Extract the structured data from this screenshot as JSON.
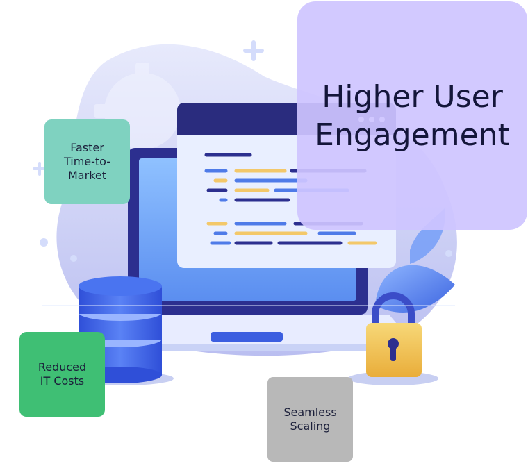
{
  "cards": {
    "faster": "Faster\nTime-to-\nMarket",
    "reduced": "Reduced\nIT Costs",
    "seamless": "Seamless\nScaling",
    "engagement": "Higher User\nEngagement"
  },
  "colors": {
    "blob": "#c9cdf5",
    "laptop_frame": "#2c2f8f",
    "screen": "#7fb2f5",
    "code_window": "#e9efff",
    "code_header": "#2a2c7e",
    "code_blue": "#4f7be8",
    "code_yellow": "#f3c86a",
    "code_dark": "#2c2f8f",
    "database": "#3c5ee0",
    "lock_body": "#f2c85a",
    "lock_shackle": "#3b4dc8",
    "leaf": "#5b8ff2"
  }
}
